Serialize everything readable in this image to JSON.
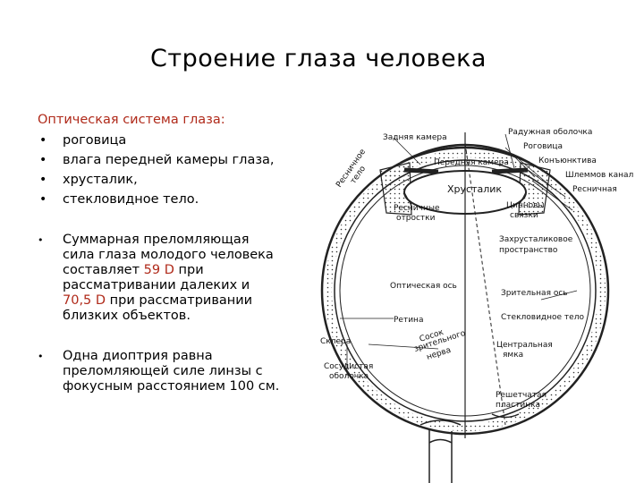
{
  "title": "Строение глаза человека",
  "optics": {
    "heading": "Оптическая система глаза:",
    "components": [
      "роговица",
      "влага передней камеры глаза,",
      "хрусталик,",
      "стекловидное тело."
    ]
  },
  "points": [
    {
      "lines": [
        "Суммарная преломляющая",
        "сила глаза молодого  человека",
        "составляет",
        "рассматривании далеких и",
        "при рассматривании",
        "близких объектов."
      ],
      "value_far": "59 D",
      "after_far": " при",
      "value_near": "70,5 D"
    },
    {
      "lines": [
        "Одна диоптрия равна",
        "преломляющей силе линзы с",
        "фокусным расстоянием 100 см."
      ]
    }
  ],
  "diagram_labels": {
    "posterior_chamber": "Задняя камера",
    "iris": "Радужная оболочка",
    "cornea": "Роговица",
    "conjunctiva": "Конъюнктива",
    "schlemm_canal": "Шлеммов канал",
    "ciliary": "Ресничная",
    "ciliary_body_1": "Ресничное",
    "ciliary_body_2": "тело",
    "anterior_chamber": "Передняя камера",
    "lens": "Хрусталик",
    "ciliary_processes_1": "Ресничные",
    "ciliary_processes_2": "отростки",
    "zonule_1": "Цинновы",
    "zonule_2": "связки",
    "retrolental_1": "Захрусталиковое",
    "retrolental_2": "пространство",
    "optical_axis": "Оптическая ось",
    "visual_axis": "Зрительная ось",
    "retina": "Ретина",
    "vitreous": "Стекловидное тело",
    "sclera": "Склера",
    "optic_vessels_1": "Сосок",
    "optic_vessels_2": "зрительного",
    "optic_vessels_3": "нерва",
    "choroid_1": "Сосудистая",
    "choroid_2": "оболочка",
    "fovea_1": "Центральная",
    "fovea_2": "ямка",
    "lamina_1": "Решетчатая",
    "lamina_2": "пластинка"
  }
}
